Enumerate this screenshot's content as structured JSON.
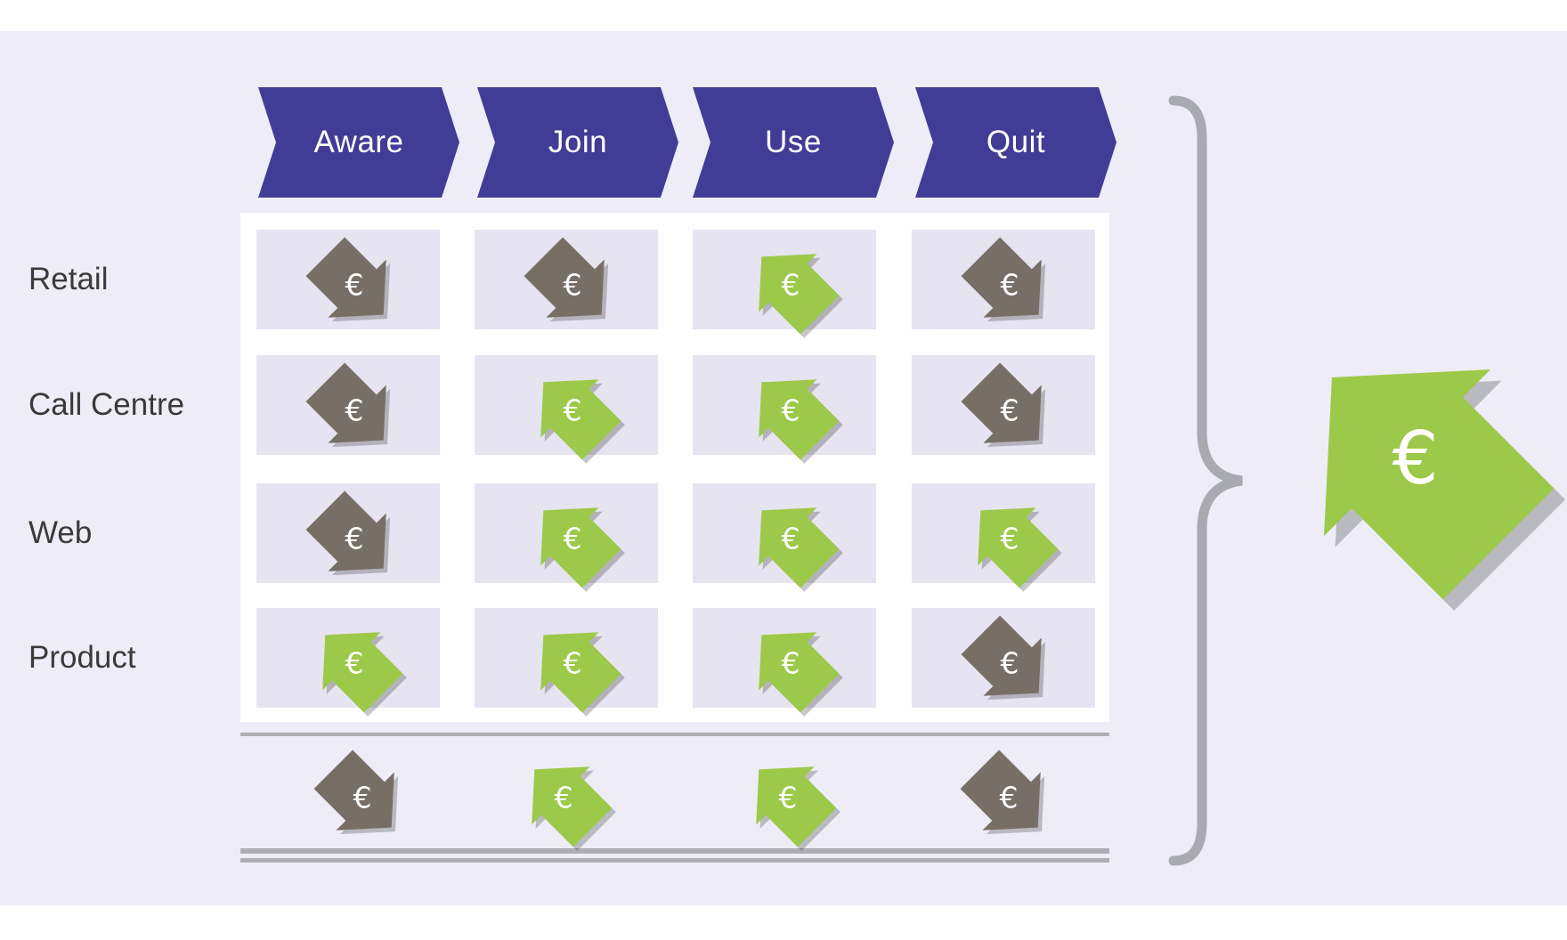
{
  "stages": [
    "Aware",
    "Join",
    "Use",
    "Quit"
  ],
  "channels": [
    "Retail",
    "Call Centre",
    "Web",
    "Product"
  ],
  "currency_symbol": "€",
  "colors": {
    "stage_fill": "#413d96",
    "up": "#9dc94a",
    "down": "#776f66",
    "bracket": "#a9aab0"
  },
  "matrix": [
    [
      "down",
      "down",
      "up",
      "down"
    ],
    [
      "down",
      "up",
      "up",
      "down"
    ],
    [
      "down",
      "up",
      "up",
      "up"
    ],
    [
      "up",
      "up",
      "up",
      "down"
    ]
  ],
  "totals": [
    "down",
    "up",
    "up",
    "down"
  ],
  "overall": "up"
}
